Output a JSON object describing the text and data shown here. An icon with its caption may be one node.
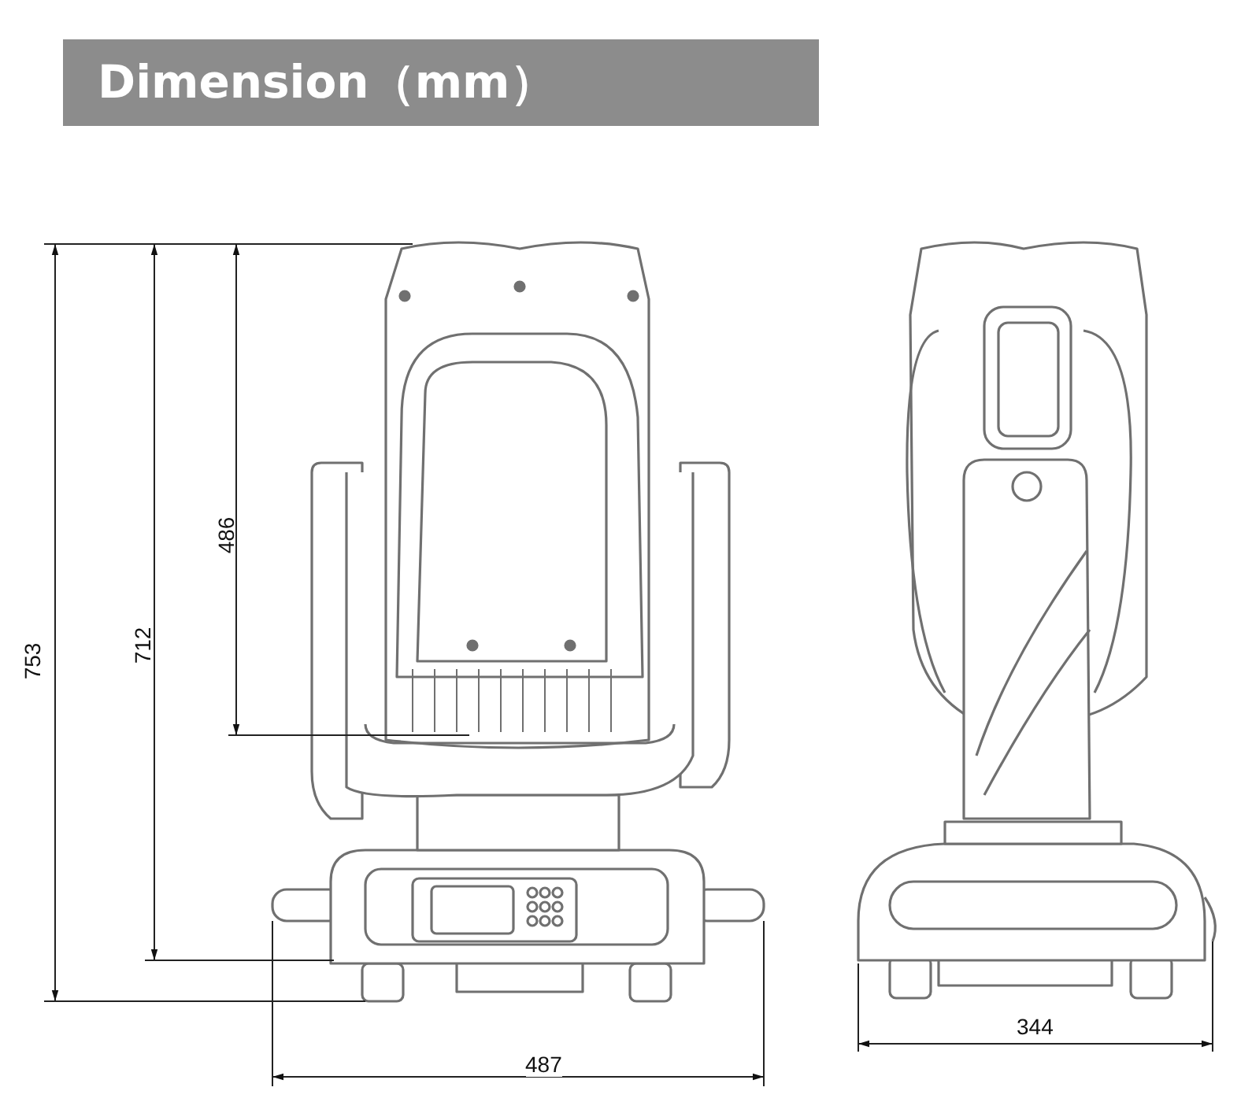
{
  "diagram": {
    "title": "Dimension（mm）",
    "labels": [
      "753",
      "712",
      "486",
      "487",
      "344"
    ]
  }
}
